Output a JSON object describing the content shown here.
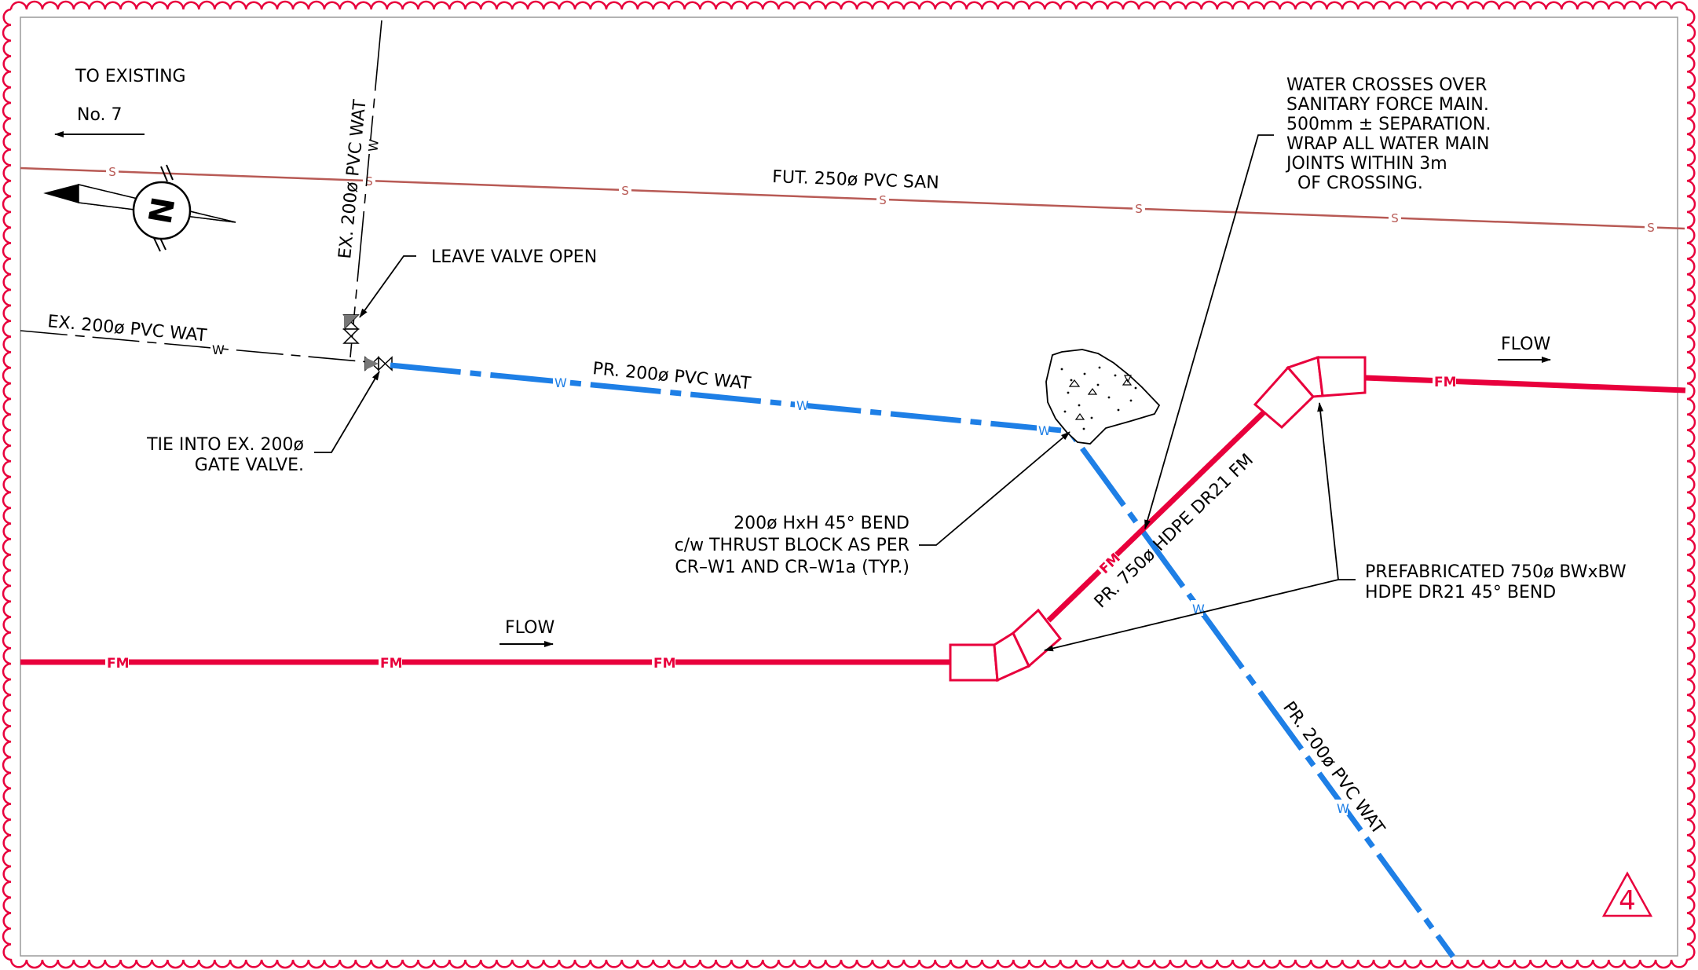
{
  "colors": {
    "sanitary": "#b85a55",
    "water_proposed": "#1e7fe6",
    "force_main": "#e8003c",
    "existing": "#000000",
    "revision_cloud": "#e8003c"
  },
  "notes": {
    "to_existing_1": "TO EXISTING",
    "to_existing_2": "No. 7",
    "north_letter": "N",
    "ex_vertical": "EX. 200ø PVC WAT",
    "leave_valve": "LEAVE VALVE OPEN",
    "ex_horizontal": "EX. 200ø PVC WAT",
    "tie_into_1": "TIE INTO EX. 200ø",
    "tie_into_2": "GATE VALVE.",
    "fut_san": "FUT. 250ø PVC SAN",
    "pr_wat_top": "PR. 200ø PVC WAT",
    "pr_wat_diag": "PR. 200ø PVC WAT",
    "pr_hdpe": "PR. 750ø HDPE DR21 FM",
    "bend_1": "200ø HxH 45° BEND",
    "bend_2": "c/w THRUST BLOCK AS PER",
    "bend_3": "CR–W1 AND CR–W1a (TYP.)",
    "crossing": [
      "WATER CROSSES OVER",
      "SANITARY FORCE MAIN.",
      "500mm ± SEPARATION.",
      "WRAP ALL WATER MAIN",
      "JOINTS WITHIN 3m",
      "  OF CROSSING."
    ],
    "prefab_1": "PREFABRICATED 750ø BWxBW",
    "prefab_2": "HDPE DR21 45° BEND",
    "flow_left": "FLOW",
    "flow_right": "FLOW",
    "revision_number": "4"
  },
  "line_markers": {
    "sanitary": "S",
    "water": "W",
    "force_main": "FM"
  }
}
